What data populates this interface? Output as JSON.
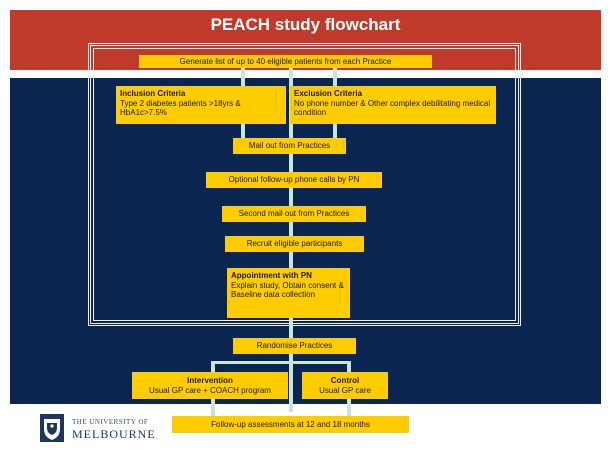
{
  "slide": {
    "title": "PEACH study flowchart"
  },
  "flowchart": {
    "generate": "Generate list of up to 40 eligible patients from each Practice",
    "inclusion_title": "Inclusion Criteria",
    "inclusion_body": "Type 2 diabetes patients >18yrs & HbA1c>7.5%",
    "exclusion_title": "Exclusion Criteria",
    "exclusion_body": "No phone number & Other complex debilitating medical condition",
    "mail_out": "Mail out  from Practices",
    "phone_calls": "Optional follow-up phone calls by PN",
    "second_mail": "Second mail out from Practices",
    "recruit": "Recruit eligible participants",
    "appointment_title": "Appointment with PN",
    "appointment_body": "Explain study,  Obtain consent  & Baseline data collection",
    "randomise": "Randomise Practices",
    "intervention_title": "Intervention",
    "intervention_body": "Usual GP care + COACH program",
    "control_title": "Control",
    "control_body": "Usual GP care",
    "follow_up": "Follow-up assessments at 12 and 18 months"
  },
  "logo": {
    "line1": "THE UNIVERSITY OF",
    "line2": "MELBOURNE"
  },
  "colors": {
    "header_red": "#bf3a2b",
    "navy": "#0b2551",
    "box_yellow": "#ffcc00",
    "connector": "#c8e5d9"
  }
}
